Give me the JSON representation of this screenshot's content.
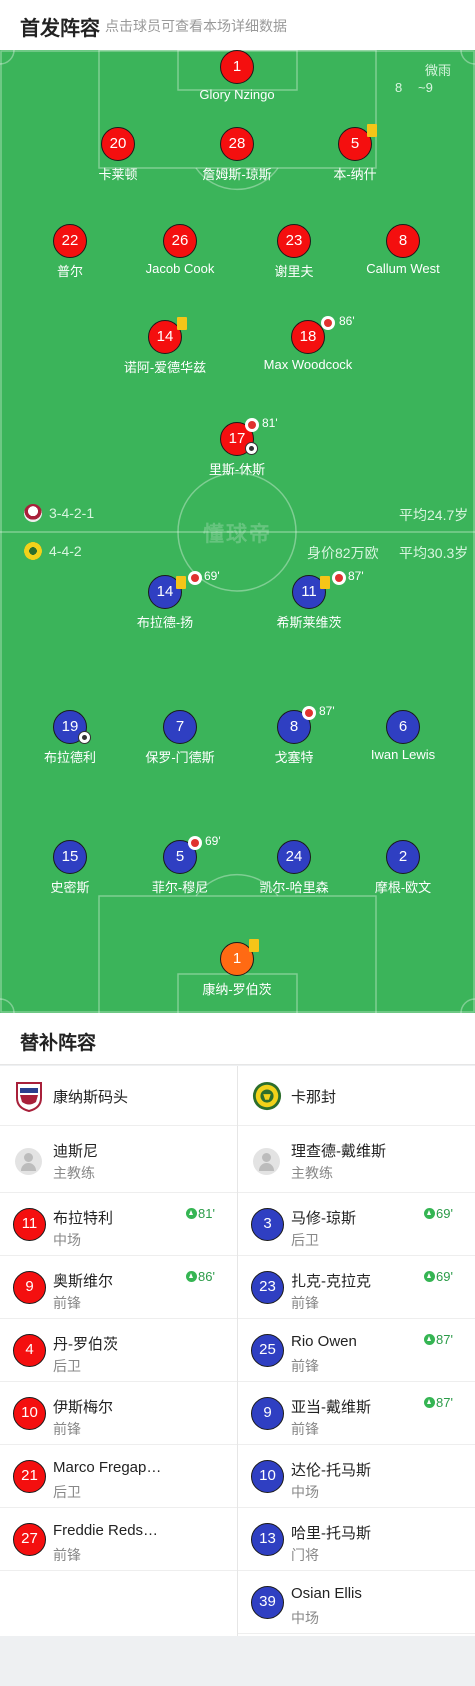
{
  "header": {
    "title": "首发阵容",
    "subtitle": "点击球员可查看本场详细数据"
  },
  "pitch": {
    "watermark": "懂球帝",
    "weather": "微雨",
    "temp_low": "8",
    "temp_high": "~9",
    "home_formation": "3-4-2-1",
    "home_avg_age": "平均24.7岁",
    "away_formation": "4-4-2",
    "away_value": "身价82万欧",
    "away_avg_age": "平均30.3岁",
    "colors": {
      "pitch": "#3bb45a",
      "home": "#f40f0f",
      "away": "#2f3fc2",
      "keeper": "#ff6a13"
    }
  },
  "home_players": [
    {
      "num": "1",
      "name": "Glory Nzingo"
    },
    {
      "num": "20",
      "name": "卡莱顿"
    },
    {
      "num": "28",
      "name": "詹姆斯-琼斯"
    },
    {
      "num": "5",
      "name": "本-纳什",
      "yellow": true
    },
    {
      "num": "22",
      "name": "普尔"
    },
    {
      "num": "26",
      "name": "Jacob Cook"
    },
    {
      "num": "23",
      "name": "谢里夫"
    },
    {
      "num": "8",
      "name": "Callum West"
    },
    {
      "num": "14",
      "name": "诺阿-爱德华兹",
      "yellow": true
    },
    {
      "num": "18",
      "name": "Max Woodcock",
      "sub_out": "86'"
    },
    {
      "num": "17",
      "name": "里斯-休斯",
      "sub_out": "81'",
      "goal": true
    }
  ],
  "away_players": [
    {
      "num": "14",
      "name": "布拉德-扬",
      "yellow": true,
      "sub_out": "69'"
    },
    {
      "num": "11",
      "name": "希斯莱维茨",
      "yellow": true,
      "sub_out": "87'"
    },
    {
      "num": "19",
      "name": "布拉德利",
      "goal": true
    },
    {
      "num": "7",
      "name": "保罗-门德斯"
    },
    {
      "num": "8",
      "name": "戈塞特",
      "sub_out": "87'"
    },
    {
      "num": "6",
      "name": "Iwan Lewis"
    },
    {
      "num": "15",
      "name": "史密斯"
    },
    {
      "num": "5",
      "name": "菲尔-穆尼",
      "sub_out": "69'"
    },
    {
      "num": "24",
      "name": "凯尔-哈里森"
    },
    {
      "num": "2",
      "name": "摩根-欧文"
    },
    {
      "num": "1",
      "name": "康纳-罗伯茨",
      "yellow": true
    }
  ],
  "subs": {
    "title": "替补阵容",
    "home": {
      "team": "康纳斯码头",
      "coach": {
        "name": "迪斯尼",
        "role": "主教练"
      },
      "players": [
        {
          "num": "11",
          "name": "布拉特利",
          "pos": "中场",
          "in": "81'"
        },
        {
          "num": "9",
          "name": "奥斯维尔",
          "pos": "前锋",
          "in": "86'"
        },
        {
          "num": "4",
          "name": "丹-罗伯茨",
          "pos": "后卫"
        },
        {
          "num": "10",
          "name": "伊斯梅尔",
          "pos": "前锋"
        },
        {
          "num": "21",
          "name": "Marco Fregapane",
          "pos": "后卫"
        },
        {
          "num": "27",
          "name": "Freddie Redshaw",
          "pos": "前锋"
        }
      ]
    },
    "away": {
      "team": "卡那封",
      "coach": {
        "name": "理查德-戴维斯",
        "role": "主教练"
      },
      "players": [
        {
          "num": "3",
          "name": "马修-琼斯",
          "pos": "后卫",
          "in": "69'"
        },
        {
          "num": "23",
          "name": "扎克-克拉克",
          "pos": "前锋",
          "in": "69'"
        },
        {
          "num": "25",
          "name": "Rio Owen",
          "pos": "前锋",
          "in": "87'"
        },
        {
          "num": "9",
          "name": "亚当-戴维斯",
          "pos": "前锋",
          "in": "87'"
        },
        {
          "num": "10",
          "name": "达伦-托马斯",
          "pos": "中场"
        },
        {
          "num": "13",
          "name": "哈里-托马斯",
          "pos": "门将"
        },
        {
          "num": "39",
          "name": "Osian Ellis",
          "pos": "中场"
        }
      ]
    }
  }
}
